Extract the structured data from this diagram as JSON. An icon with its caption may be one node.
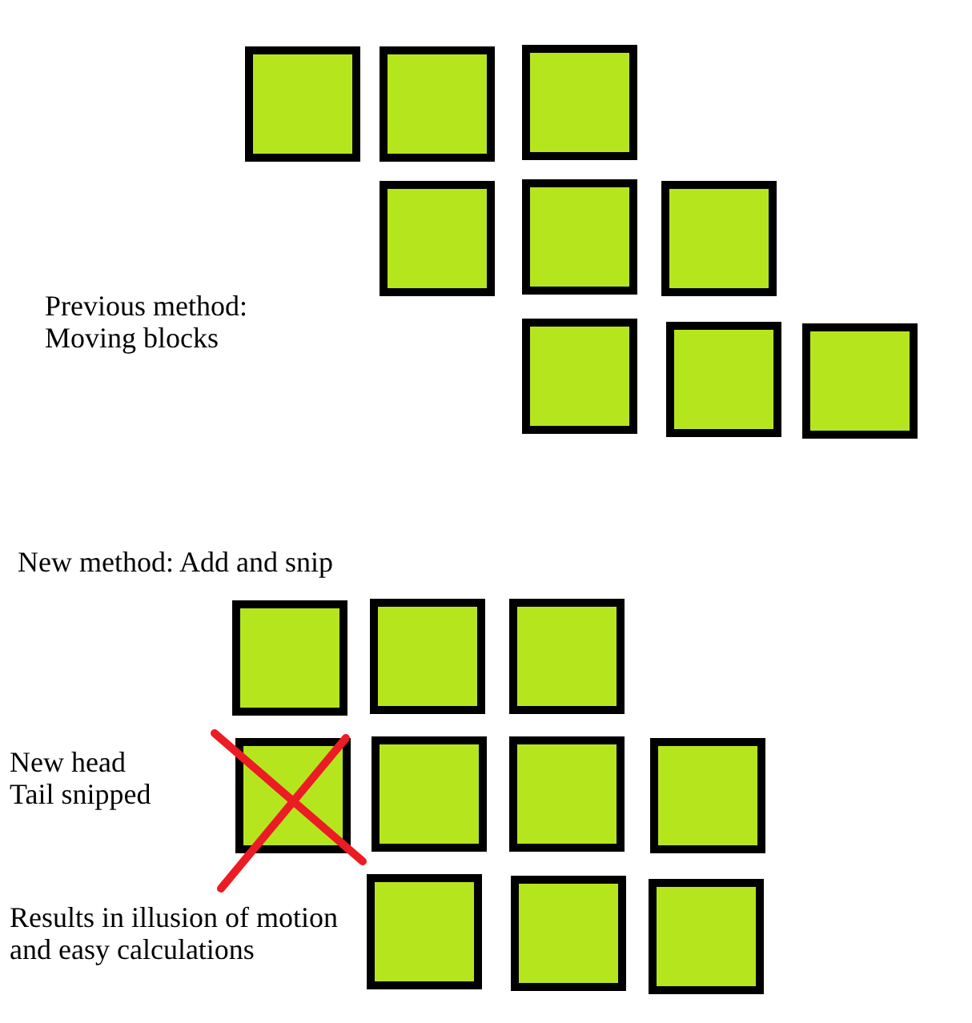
{
  "diagram": {
    "nodes": [
      {
        "text": [],
        "shape": "box"
      },
      {
        "text": [],
        "shape": "box"
      },
      {
        "text": [],
        "shape": "box"
      },
      {
        "text": [],
        "shape": "box"
      },
      {
        "text": [],
        "shape": "box"
      },
      {
        "text": [],
        "shape": "box"
      },
      {
        "text": [],
        "shape": "box"
      },
      {
        "text": [],
        "shape": "box"
      },
      {
        "text": [],
        "shape": "box"
      },
      {
        "text": [],
        "shape": "box"
      },
      {
        "text": [],
        "shape": "box"
      },
      {
        "text": [],
        "shape": "box"
      },
      {
        "text": [],
        "shape": "box"
      },
      {
        "text": [],
        "shape": "box"
      },
      {
        "text": [],
        "shape": "box"
      },
      {
        "text": [],
        "shape": "box"
      },
      {
        "text": [],
        "shape": "box"
      },
      {
        "text": [],
        "shape": "box"
      },
      {
        "text": [],
        "shape": "box"
      }
    ],
    "labels": [
      "Previous method: Moving blocks",
      "New method: Add and snip",
      "New head",
      "Tail snipped",
      "Results in illusion of motion and easy calculations"
    ]
  }
}
